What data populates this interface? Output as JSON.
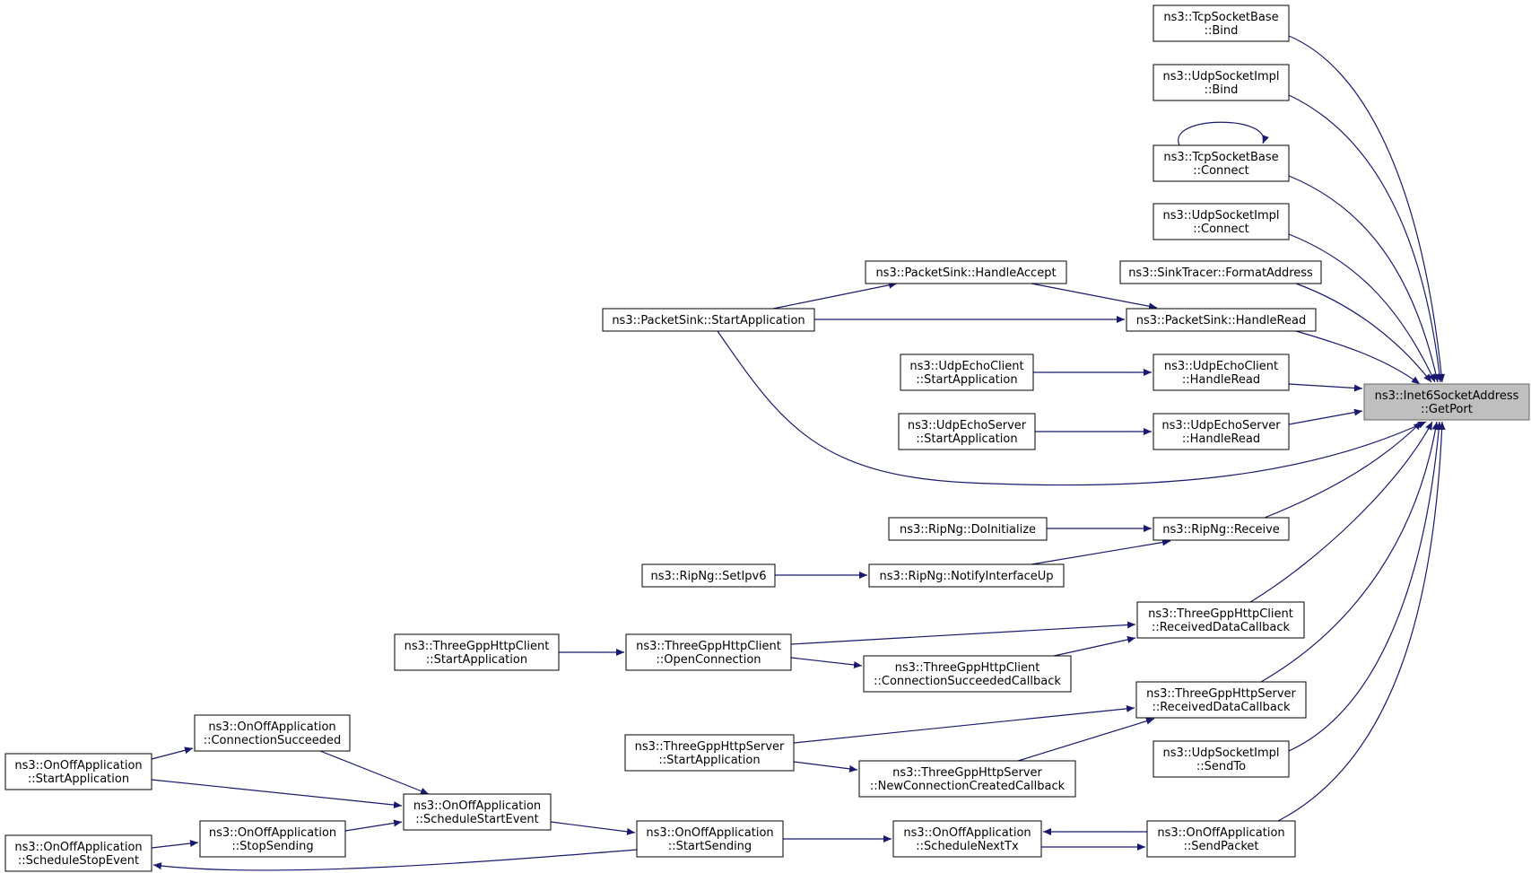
{
  "diagram": {
    "focus_node": "getport",
    "colors": {
      "edge": "#191970",
      "focus_fill": "#bfbfbf",
      "node_fill": "#ffffff",
      "node_stroke": "#000000"
    },
    "nodes": [
      {
        "id": "getport",
        "lines": [
          "ns3::Inet6SocketAddress",
          "::GetPort"
        ]
      },
      {
        "id": "tcp-bind",
        "lines": [
          "ns3::TcpSocketBase",
          "::Bind"
        ]
      },
      {
        "id": "udp-bind",
        "lines": [
          "ns3::UdpSocketImpl",
          "::Bind"
        ]
      },
      {
        "id": "tcp-connect",
        "lines": [
          "ns3::TcpSocketBase",
          "::Connect"
        ]
      },
      {
        "id": "udp-connect",
        "lines": [
          "ns3::UdpSocketImpl",
          "::Connect"
        ]
      },
      {
        "id": "sinktracer-format",
        "lines": [
          "ns3::SinkTracer::FormatAddress"
        ]
      },
      {
        "id": "packetsink-handleaccept",
        "lines": [
          "ns3::PacketSink::HandleAccept"
        ]
      },
      {
        "id": "packetsink-startapp",
        "lines": [
          "ns3::PacketSink::StartApplication"
        ]
      },
      {
        "id": "packetsink-handleread",
        "lines": [
          "ns3::PacketSink::HandleRead"
        ]
      },
      {
        "id": "echoclient-startapp",
        "lines": [
          "ns3::UdpEchoClient",
          "::StartApplication"
        ]
      },
      {
        "id": "echoclient-handleread",
        "lines": [
          "ns3::UdpEchoClient",
          "::HandleRead"
        ]
      },
      {
        "id": "echoserver-startapp",
        "lines": [
          "ns3::UdpEchoServer",
          "::StartApplication"
        ]
      },
      {
        "id": "echoserver-handleread",
        "lines": [
          "ns3::UdpEchoServer",
          "::HandleRead"
        ]
      },
      {
        "id": "ripng-doinit",
        "lines": [
          "ns3::RipNg::DoInitialize"
        ]
      },
      {
        "id": "ripng-receive",
        "lines": [
          "ns3::RipNg::Receive"
        ]
      },
      {
        "id": "ripng-setipv6",
        "lines": [
          "ns3::RipNg::SetIpv6"
        ]
      },
      {
        "id": "ripng-notify",
        "lines": [
          "ns3::RipNg::NotifyInterfaceUp"
        ]
      },
      {
        "id": "httpclient-startapp",
        "lines": [
          "ns3::ThreeGppHttpClient",
          "::StartApplication"
        ]
      },
      {
        "id": "httpclient-openconn",
        "lines": [
          "ns3::ThreeGppHttpClient",
          "::OpenConnection"
        ]
      },
      {
        "id": "httpclient-recvdata",
        "lines": [
          "ns3::ThreeGppHttpClient",
          "::ReceivedDataCallback"
        ]
      },
      {
        "id": "httpclient-connsucc",
        "lines": [
          "ns3::ThreeGppHttpClient",
          "::ConnectionSucceededCallback"
        ]
      },
      {
        "id": "httpserver-recvdata",
        "lines": [
          "ns3::ThreeGppHttpServer",
          "::ReceivedDataCallback"
        ]
      },
      {
        "id": "httpserver-startapp",
        "lines": [
          "ns3::ThreeGppHttpServer",
          "::StartApplication"
        ]
      },
      {
        "id": "httpserver-newconn",
        "lines": [
          "ns3::ThreeGppHttpServer",
          "::NewConnectionCreatedCallback"
        ]
      },
      {
        "id": "udp-sendto",
        "lines": [
          "ns3::UdpSocketImpl",
          "::SendTo"
        ]
      },
      {
        "id": "onoff-connsucc",
        "lines": [
          "ns3::OnOffApplication",
          "::ConnectionSucceeded"
        ]
      },
      {
        "id": "onoff-startapp",
        "lines": [
          "ns3::OnOffApplication",
          "::StartApplication"
        ]
      },
      {
        "id": "onoff-schedstart",
        "lines": [
          "ns3::OnOffApplication",
          "::ScheduleStartEvent"
        ]
      },
      {
        "id": "onoff-stopsending",
        "lines": [
          "ns3::OnOffApplication",
          "::StopSending"
        ]
      },
      {
        "id": "onoff-schedstop",
        "lines": [
          "ns3::OnOffApplication",
          "::ScheduleStopEvent"
        ]
      },
      {
        "id": "onoff-startsending",
        "lines": [
          "ns3::OnOffApplication",
          "::StartSending"
        ]
      },
      {
        "id": "onoff-schednexttx",
        "lines": [
          "ns3::OnOffApplication",
          "::ScheduleNextTx"
        ]
      },
      {
        "id": "onoff-sendpacket",
        "lines": [
          "ns3::OnOffApplication",
          "::SendPacket"
        ]
      }
    ],
    "edges": [
      {
        "from": "tcp-bind",
        "to": "getport"
      },
      {
        "from": "udp-bind",
        "to": "getport"
      },
      {
        "from": "tcp-connect",
        "to": "getport"
      },
      {
        "from": "tcp-connect",
        "to": "tcp-connect"
      },
      {
        "from": "udp-connect",
        "to": "getport"
      },
      {
        "from": "sinktracer-format",
        "to": "getport"
      },
      {
        "from": "packetsink-handleread",
        "to": "getport"
      },
      {
        "from": "packetsink-handleaccept",
        "to": "packetsink-handleread"
      },
      {
        "from": "packetsink-startapp",
        "to": "packetsink-handleaccept"
      },
      {
        "from": "packetsink-startapp",
        "to": "packetsink-handleread"
      },
      {
        "from": "packetsink-startapp",
        "to": "getport"
      },
      {
        "from": "echoclient-handleread",
        "to": "getport"
      },
      {
        "from": "echoclient-startapp",
        "to": "echoclient-handleread"
      },
      {
        "from": "echoserver-handleread",
        "to": "getport"
      },
      {
        "from": "echoserver-startapp",
        "to": "echoserver-handleread"
      },
      {
        "from": "ripng-receive",
        "to": "getport"
      },
      {
        "from": "ripng-doinit",
        "to": "ripng-receive"
      },
      {
        "from": "ripng-notify",
        "to": "ripng-receive"
      },
      {
        "from": "ripng-setipv6",
        "to": "ripng-notify"
      },
      {
        "from": "httpclient-recvdata",
        "to": "getport"
      },
      {
        "from": "httpclient-openconn",
        "to": "httpclient-recvdata"
      },
      {
        "from": "httpclient-connsucc",
        "to": "httpclient-recvdata"
      },
      {
        "from": "httpclient-openconn",
        "to": "httpclient-connsucc"
      },
      {
        "from": "httpclient-startapp",
        "to": "httpclient-openconn"
      },
      {
        "from": "httpserver-recvdata",
        "to": "getport"
      },
      {
        "from": "httpserver-startapp",
        "to": "httpserver-recvdata"
      },
      {
        "from": "httpserver-newconn",
        "to": "httpserver-recvdata"
      },
      {
        "from": "httpserver-startapp",
        "to": "httpserver-newconn"
      },
      {
        "from": "udp-sendto",
        "to": "getport"
      },
      {
        "from": "onoff-sendpacket",
        "to": "getport"
      },
      {
        "from": "onoff-sendpacket",
        "to": "onoff-schednexttx"
      },
      {
        "from": "onoff-schednexttx",
        "to": "onoff-sendpacket"
      },
      {
        "from": "onoff-startsending",
        "to": "onoff-schednexttx"
      },
      {
        "from": "onoff-schedstart",
        "to": "onoff-startsending"
      },
      {
        "from": "onoff-connsucc",
        "to": "onoff-schedstart"
      },
      {
        "from": "onoff-startapp",
        "to": "onoff-schedstart"
      },
      {
        "from": "onoff-stopsending",
        "to": "onoff-schedstart"
      },
      {
        "from": "onoff-startapp",
        "to": "onoff-connsucc"
      },
      {
        "from": "onoff-schedstop",
        "to": "onoff-stopsending"
      },
      {
        "from": "onoff-startsending",
        "to": "onoff-schedstop"
      }
    ]
  }
}
